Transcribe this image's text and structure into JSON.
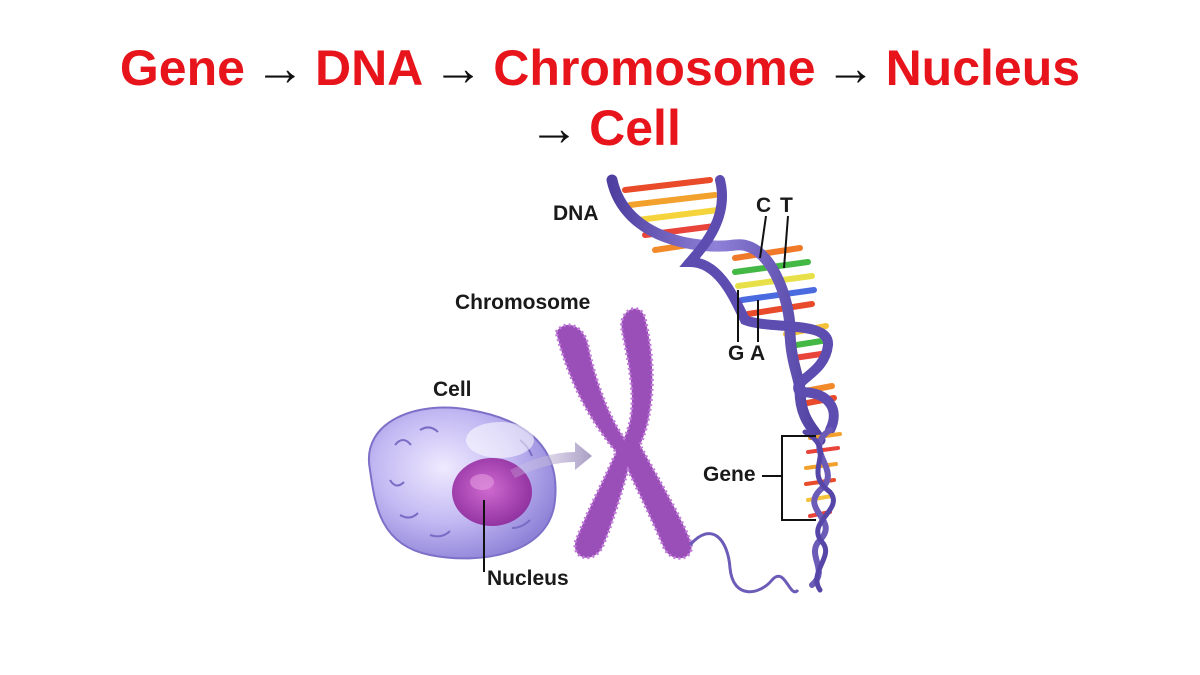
{
  "title": {
    "terms": [
      "Gene",
      "DNA",
      "Chromosome",
      "Nucleus",
      "Cell"
    ],
    "arrow": "→"
  },
  "diagram": {
    "labels": {
      "dna": "DNA",
      "c": "C",
      "t": "T",
      "g": "G",
      "a": "A",
      "chromosome": "Chromosome",
      "cell": "Cell",
      "gene": "Gene",
      "nucleus": "Nucleus"
    }
  },
  "colors": {
    "title_term": "#e8141b",
    "arrow": "#111111",
    "helix_backbone": "#6d5bb8",
    "chromosome": "#9a4fb8",
    "cell": "#b7aef0",
    "nucleus": "#a93fb0"
  }
}
